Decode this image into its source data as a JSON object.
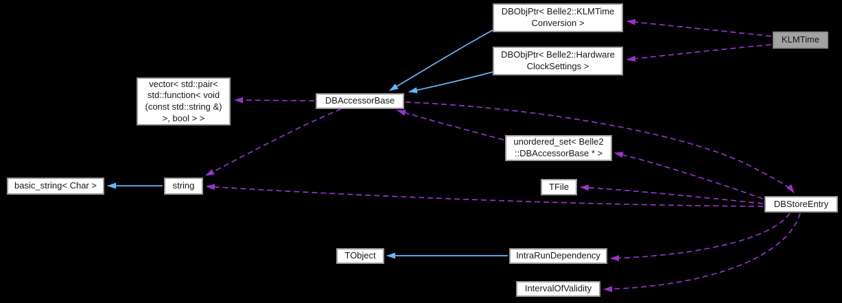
{
  "diagram": {
    "kind": "class-collaboration-graph",
    "highlighted_node": "KLMTime",
    "colors": {
      "background": "#000000",
      "node_fill": "#ffffff",
      "node_border": "#9b9b9b",
      "highlight_fill": "#a3a3a3",
      "inheritance_edge": "#63b8ff",
      "usage_edge": "#9a32cd",
      "text": "#161616"
    },
    "nodes": {
      "dbobjptr_klmtimeconversion": {
        "label": "DBObjPtr< Belle2::KLMTime\nConversion >"
      },
      "dbobjptr_hardwareclocksettings": {
        "label": "DBObjPtr< Belle2::Hardware\nClockSettings >"
      },
      "klmtime": {
        "label": "KLMTime"
      },
      "vector_pair_function": {
        "label": "vector< std::pair<\nstd::function< void\n(const std::string &)\n>, bool > >"
      },
      "dbaccessorbase": {
        "label": "DBAccessorBase"
      },
      "unordered_set_dbaccessorbase": {
        "label": "unordered_set< Belle2\n::DBAccessorBase * >"
      },
      "basic_string_char": {
        "label": "basic_string< Char >"
      },
      "string": {
        "label": "string"
      },
      "tfile": {
        "label": "TFile"
      },
      "dbstoreentry": {
        "label": "DBStoreEntry"
      },
      "tobject": {
        "label": "TObject"
      },
      "intrarundependency": {
        "label": "IntraRunDependency"
      },
      "intervalofvalidity": {
        "label": "IntervalOfValidity"
      }
    },
    "edges": [
      {
        "from": "DBObjPtr< Belle2::KLMTimeConversion >",
        "to": "DBAccessorBase",
        "type": "inheritance"
      },
      {
        "from": "DBObjPtr< Belle2::HardwareClockSettings >",
        "to": "DBAccessorBase",
        "type": "inheritance"
      },
      {
        "from": "string",
        "to": "basic_string< Char >",
        "type": "inheritance"
      },
      {
        "from": "IntraRunDependency",
        "to": "TObject",
        "type": "inheritance"
      },
      {
        "from": "KLMTime",
        "to": "DBObjPtr< Belle2::KLMTimeConversion >",
        "type": "usage"
      },
      {
        "from": "KLMTime",
        "to": "DBObjPtr< Belle2::HardwareClockSettings >",
        "type": "usage"
      },
      {
        "from": "DBAccessorBase",
        "to": "vector< std::pair< std::function< void (const std::string &) >, bool > >",
        "type": "usage"
      },
      {
        "from": "DBAccessorBase",
        "to": "string",
        "type": "usage"
      },
      {
        "from": "DBAccessorBase",
        "to": "DBStoreEntry",
        "type": "usage"
      },
      {
        "from": "unordered_set< Belle2::DBAccessorBase * >",
        "to": "DBAccessorBase",
        "type": "usage"
      },
      {
        "from": "DBStoreEntry",
        "to": "unordered_set< Belle2::DBAccessorBase * >",
        "type": "usage"
      },
      {
        "from": "DBStoreEntry",
        "to": "TFile",
        "type": "usage"
      },
      {
        "from": "DBStoreEntry",
        "to": "string",
        "type": "usage"
      },
      {
        "from": "DBStoreEntry",
        "to": "IntraRunDependency",
        "type": "usage"
      },
      {
        "from": "DBStoreEntry",
        "to": "IntervalOfValidity",
        "type": "usage"
      }
    ]
  }
}
